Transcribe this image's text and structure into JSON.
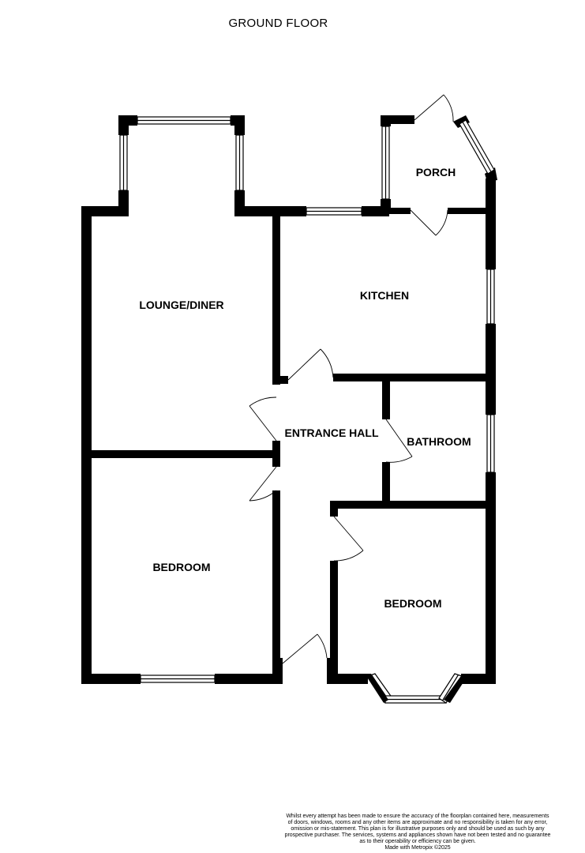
{
  "floor_title": "GROUND FLOOR",
  "rooms": {
    "porch": "PORCH",
    "lounge_diner": "LOUNGE/DINER",
    "kitchen": "KITCHEN",
    "entrance_hall": "ENTRANCE HALL",
    "bathroom": "BATHROOM",
    "bedroom_left": "BEDROOM",
    "bedroom_right": "BEDROOM"
  },
  "disclaimer": {
    "line1": "Whilst every attempt has been made to ensure the accuracy of the floorplan contained here, measurements",
    "line2": "of doors, windows, rooms and any other items are approximate and no responsibility is taken for any error,",
    "line3": "omission or mis-statement. This plan is for illustrative purposes only and should be used as such by any",
    "line4": "prospective purchaser. The services, systems and appliances shown have not been tested and no guarantee",
    "line5": "as to their operability or efficiency can be given.",
    "line6": "Made with Metropix ©2025"
  },
  "colors": {
    "wall": "#000000",
    "background": "#ffffff",
    "window_frame": "#000000"
  }
}
